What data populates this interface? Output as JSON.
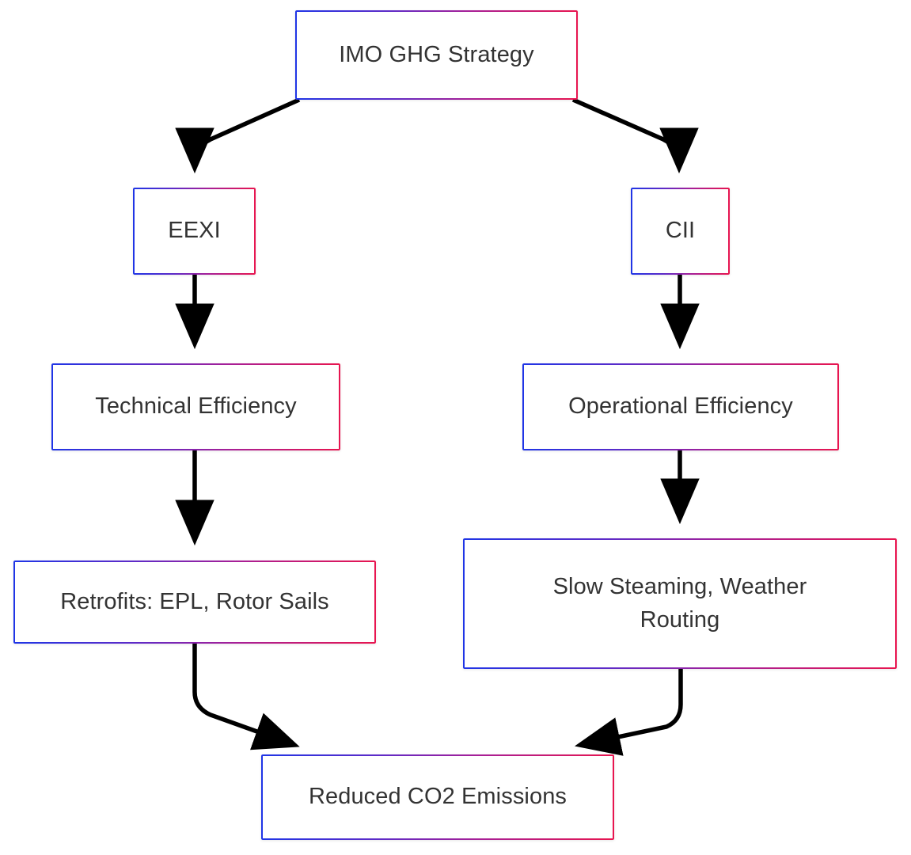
{
  "diagram": {
    "title": "IMO GHG Strategy flowchart",
    "type": "flowchart",
    "direction": "top-down",
    "background": "#ffffff",
    "style": {
      "border_gradient_start": "#1f35e6",
      "border_gradient_end": "#e8154f",
      "node_fill": "#ffffff",
      "text_color": "#333333",
      "edge_color": "#000000"
    },
    "nodes": [
      {
        "id": "imo",
        "label": "IMO GHG Strategy"
      },
      {
        "id": "eexi",
        "label": "EEXI"
      },
      {
        "id": "cii",
        "label": "CII"
      },
      {
        "id": "tech",
        "label": "Technical Efficiency"
      },
      {
        "id": "oper",
        "label": "Operational Efficiency"
      },
      {
        "id": "retro",
        "label": "Retrofits: EPL, Rotor Sails"
      },
      {
        "id": "slow",
        "label": "Slow Steaming, Weather\nRouting"
      },
      {
        "id": "reduced",
        "label": "Reduced CO2 Emissions"
      }
    ],
    "edges": [
      {
        "from": "imo",
        "to": "eexi",
        "label": ""
      },
      {
        "from": "imo",
        "to": "cii",
        "label": ""
      },
      {
        "from": "eexi",
        "to": "tech",
        "label": ""
      },
      {
        "from": "cii",
        "to": "oper",
        "label": ""
      },
      {
        "from": "tech",
        "to": "retro",
        "label": ""
      },
      {
        "from": "oper",
        "to": "slow",
        "label": ""
      },
      {
        "from": "retro",
        "to": "reduced",
        "label": ""
      },
      {
        "from": "slow",
        "to": "reduced",
        "label": ""
      }
    ]
  }
}
